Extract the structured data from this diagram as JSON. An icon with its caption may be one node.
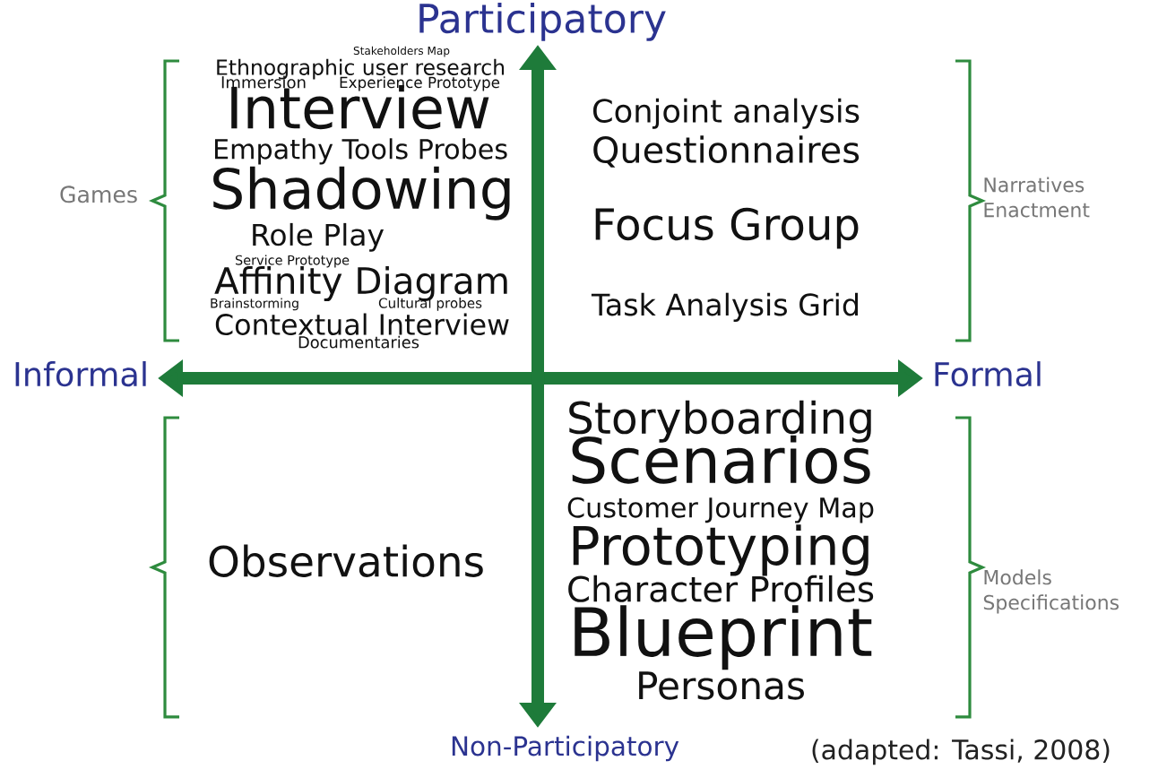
{
  "diagram": {
    "labels": [
      "Participatory",
      "Stakeholders Map",
      "Ethnographic user research",
      "Immersion",
      "Experience Prototype",
      "Interview",
      "Empathy Tools Probes",
      "Shadowing",
      "Role Play",
      "Service Prototype",
      "Affinity Diagram",
      "Brainstorming",
      "Cultural probes",
      "Contextual Interview",
      "Documentaries",
      "Games",
      "Conjoint analysis",
      "Questionnaires",
      "Focus Group",
      "Task Analysis Grid",
      "Narratives Enactment",
      "Informal",
      "Formal",
      "Storyboarding",
      "Scenarios",
      "Customer Journey Map",
      "Prototyping",
      "Character Profiles",
      "Blueprint",
      "Personas",
      "Observations",
      "Models Specifications",
      "Non-Participatory",
      "(adapted: Tassi, 2008)"
    ]
  }
}
